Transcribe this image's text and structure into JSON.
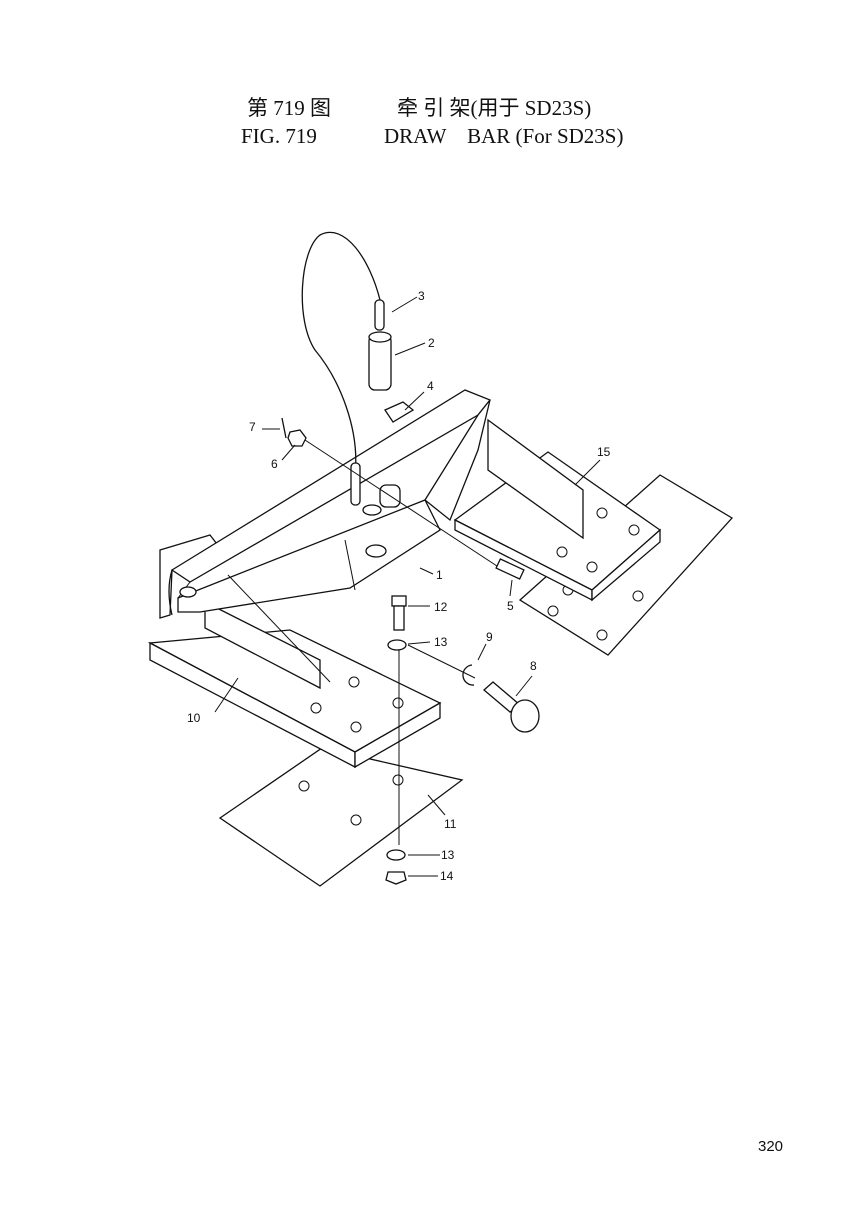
{
  "title": {
    "cn_fig": "第 719 图",
    "cn_name": "牵 引 架(用于 SD23S)",
    "en_fig": "FIG. 719",
    "en_name": "DRAW    BAR (For SD23S)"
  },
  "callouts": [
    "1",
    "2",
    "3",
    "4",
    "5",
    "6",
    "7",
    "8",
    "9",
    "10",
    "11",
    "12",
    "13",
    "13",
    "14",
    "15"
  ],
  "page_number": "320"
}
